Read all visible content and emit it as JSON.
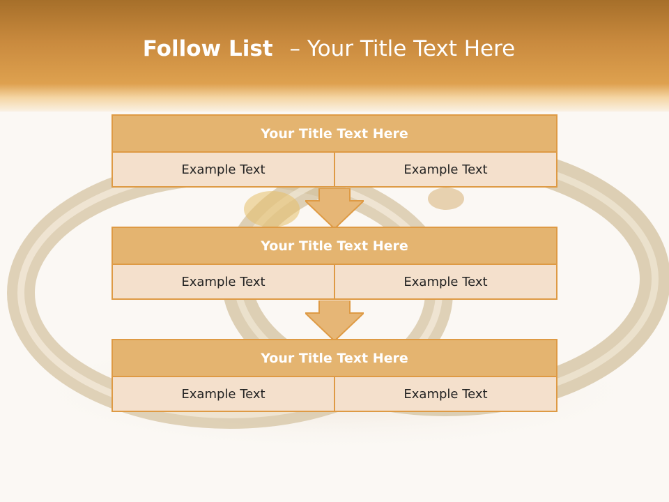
{
  "title": {
    "bold": "Follow List",
    "rest": "– Your Title Text Here"
  },
  "steps": [
    {
      "title": "Your Title Text Here",
      "left": "Example Text",
      "right": "Example Text"
    },
    {
      "title": "Your Title Text Here",
      "left": "Example Text",
      "right": "Example Text"
    },
    {
      "title": "Your Title Text Here",
      "left": "Example Text",
      "right": "Example Text"
    }
  ],
  "colors": {
    "header": "#d99a48",
    "block_title_fill": "#e4b470",
    "block_cell_fill": "#f4e0cc",
    "border": "#de9a44"
  }
}
